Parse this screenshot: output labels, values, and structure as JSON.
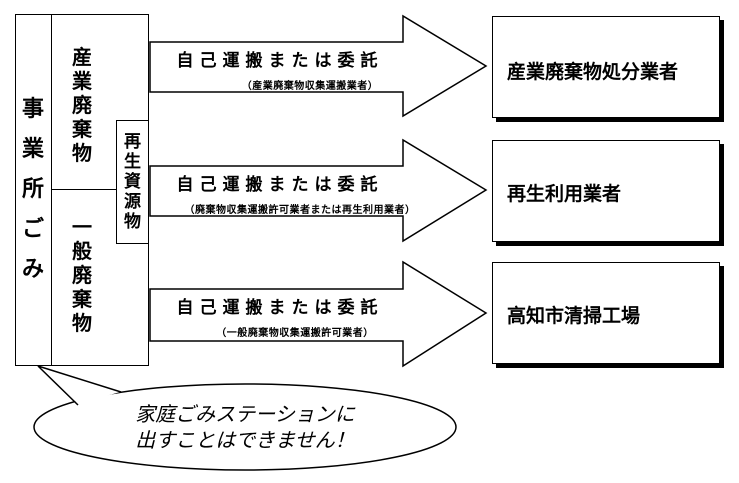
{
  "left_block": {
    "main_label": "事業所ごみ",
    "industrial_waste": "産業廃棄物",
    "general_waste": "一般廃棄物",
    "recyclable": "再生資源物"
  },
  "flows": [
    {
      "method": "自己運搬または委託",
      "note": "（産業廃棄物収集運搬業者）",
      "destination": "産業廃棄物処分業者"
    },
    {
      "method": "自己運搬または委託",
      "note": "（廃棄物収集運搬許可業者または再生利用業者）",
      "destination": "再生利用業者"
    },
    {
      "method": "自己運搬または委託",
      "note": "（一般廃棄物収集運搬許可業者）",
      "destination": "高知市清掃工場"
    }
  ],
  "callout": {
    "line1": "家庭ごみステーションに",
    "line2": "出すことはできません！"
  }
}
